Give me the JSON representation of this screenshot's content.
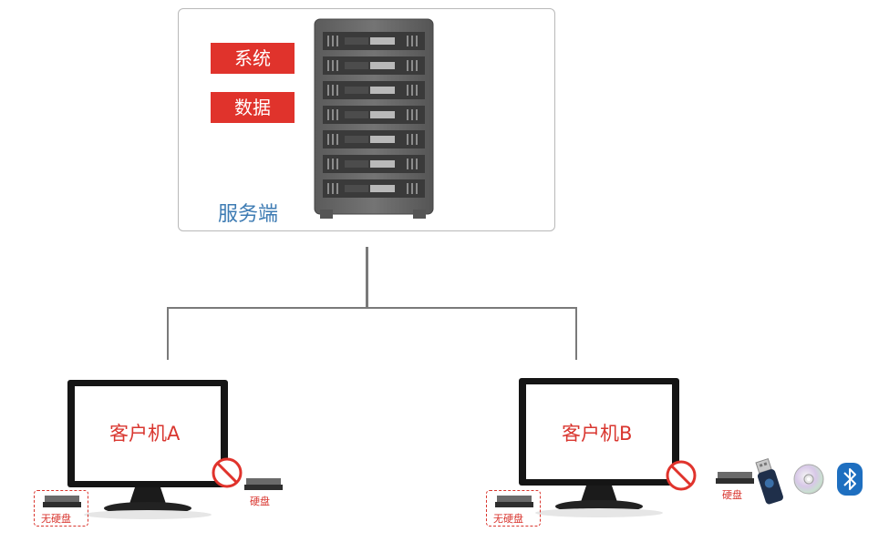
{
  "server": {
    "label": "服务端",
    "tags": [
      "系统",
      "数据"
    ]
  },
  "clients": [
    {
      "label": "客户机A",
      "no_disk_label": "无硬盘",
      "disk_label": "硬盘"
    },
    {
      "label": "客户机B",
      "no_disk_label": "无硬盘",
      "disk_label": "硬盘"
    }
  ],
  "icons": {
    "forbidden": "prohibited-icon",
    "usb": "usb-drive-icon",
    "cd": "cd-disc-icon",
    "bluetooth": "bluetooth-icon"
  },
  "colors": {
    "accent_red": "#e0332c",
    "server_label_blue": "#3d7bb3",
    "connector_gray": "#7a7a7a"
  }
}
